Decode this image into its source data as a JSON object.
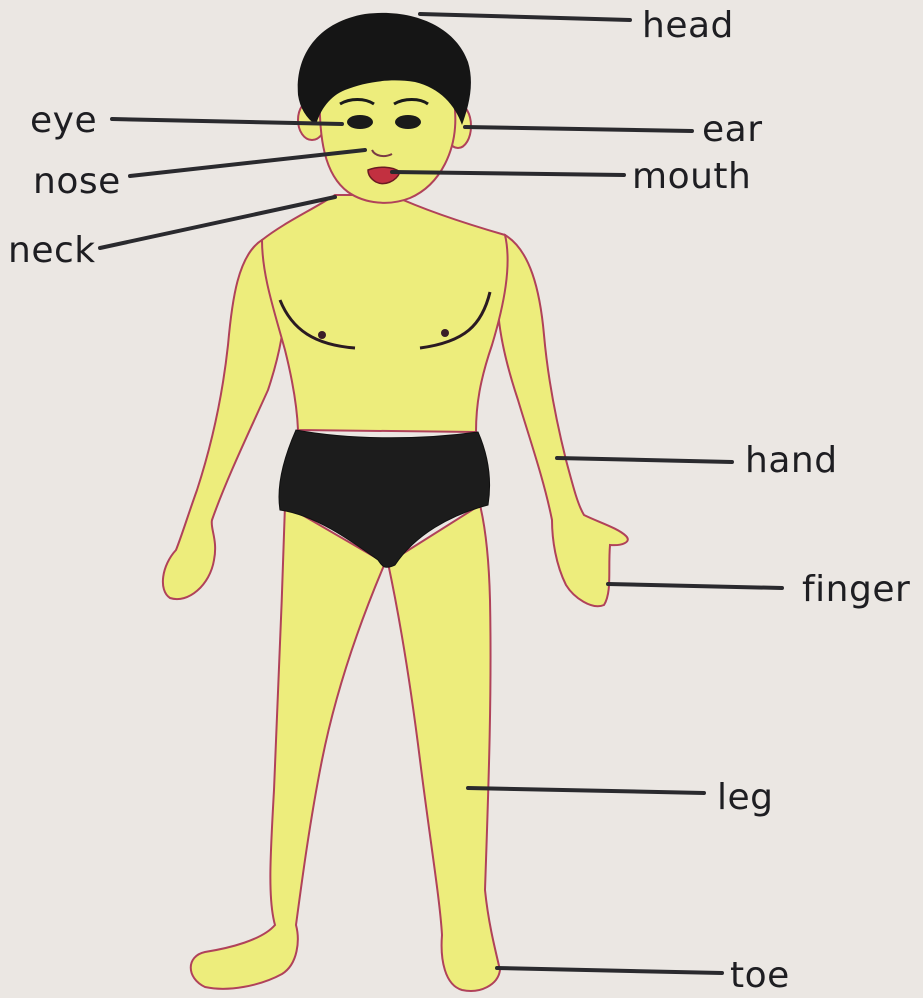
{
  "labels": {
    "head": "head",
    "eye": "eye",
    "ear": "ear",
    "nose": "nose",
    "mouth": "mouth",
    "neck": "neck",
    "hand": "hand",
    "finger": "finger",
    "leg": "leg",
    "toe": "toe"
  },
  "colors": {
    "background": "#ebe7e3",
    "skin": "#eded7c",
    "outline": "#b0425a",
    "hair": "#151515",
    "briefs": "#1c1c1c",
    "leader_line": "#2a2a2e",
    "text": "#1e1e22"
  }
}
